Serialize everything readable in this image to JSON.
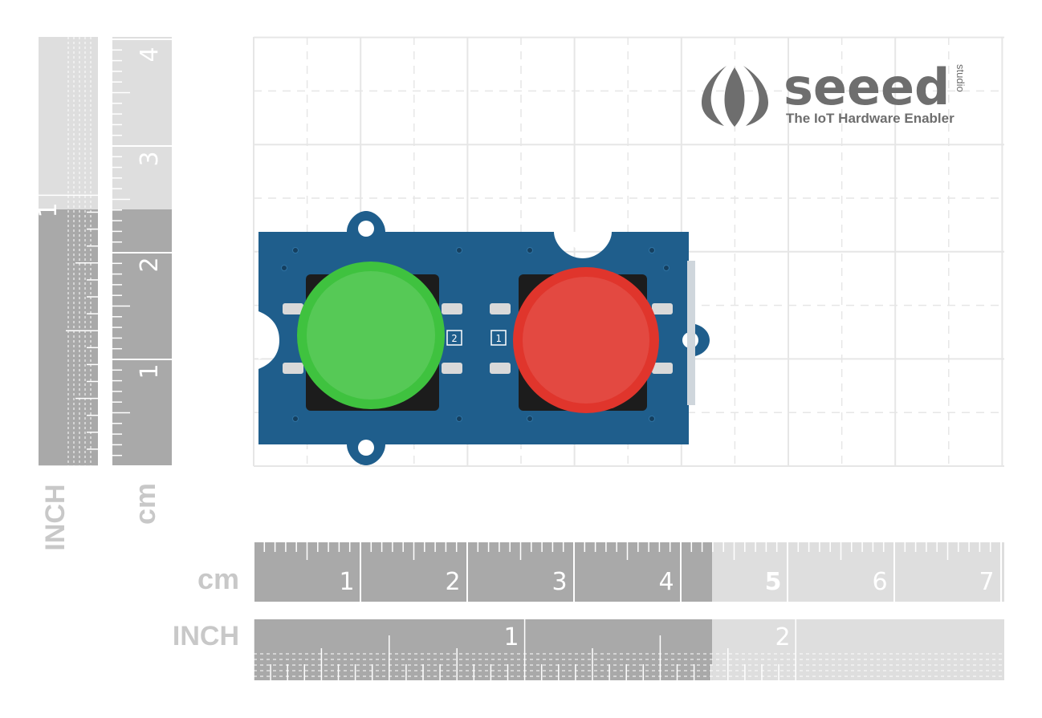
{
  "logo": {
    "wordmark": "seeed",
    "studio": "studio",
    "tagline": "The IoT Hardware Enabler"
  },
  "board": {
    "button_left_color": "#3fc23f",
    "button_right_color": "#e0352c",
    "pcb_color": "#1f5e8c",
    "pad_label_left": "2",
    "pad_label_right": "1"
  },
  "rulers": {
    "left_inch_label": "INCH",
    "left_cm_label": "cm",
    "bottom_cm_label": "cm",
    "bottom_inch_label": "INCH",
    "left_inch_numbers": [
      "1"
    ],
    "left_cm_numbers": [
      "1",
      "2",
      "3",
      "4"
    ],
    "bottom_cm_numbers": [
      "1",
      "2",
      "3",
      "4",
      "5",
      "6",
      "7"
    ],
    "bottom_inch_numbers": [
      "1",
      "2"
    ]
  },
  "colors": {
    "ruler_dark": "#a9a9a9",
    "ruler_light": "#dedede",
    "grid_line": "#e6e6e6"
  }
}
